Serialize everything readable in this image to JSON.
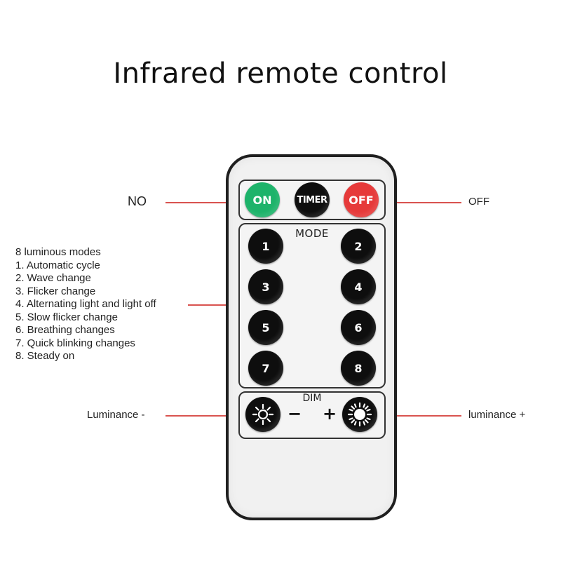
{
  "title": "Infrared remote control",
  "callouts": {
    "on": "NO",
    "off": "OFF",
    "luminance_minus": "Luminance -",
    "luminance_plus": "luminance +"
  },
  "modes_list": [
    "8 luminous modes",
    "1. Automatic cycle",
    "2. Wave change",
    "3. Flicker change",
    "4. Alternating light and light off",
    "5. Slow flicker change",
    "6. Breathing changes",
    "7. Quick blinking changes",
    "8. Steady on"
  ],
  "remote": {
    "on_label": "ON",
    "timer_label": "TIMER",
    "off_label": "OFF",
    "mode_label": "MODE",
    "mode_buttons": [
      "1",
      "2",
      "3",
      "4",
      "5",
      "6",
      "7",
      "8"
    ],
    "dim_label": "DIM",
    "minus_sign": "−",
    "plus_sign": "+"
  },
  "colors": {
    "on_button": "#1db36a",
    "off_button": "#e63a3a",
    "callout_line": "#d9534f",
    "button_black": "#0e0e0e"
  },
  "icons": {
    "dim_down": "sun-outline-icon",
    "dim_up": "sun-filled-icon"
  }
}
